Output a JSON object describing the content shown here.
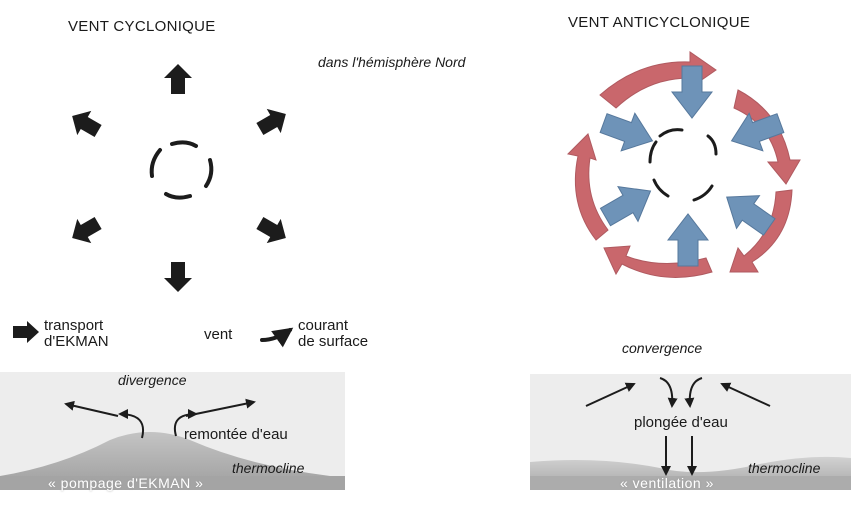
{
  "titles": {
    "cyclonic": "VENT CYCLONIQUE",
    "anticyclonic": "VENT ANTICYCLONIQUE",
    "hemisphere": "dans l'hémisphère Nord"
  },
  "legend": {
    "ekman_line1": "transport",
    "ekman_line2": "d'EKMAN",
    "wind": "vent",
    "current_line1": "courant",
    "current_line2": "de surface"
  },
  "cyclonic_section": {
    "divergence": "divergence",
    "upwelling": "remontée d'eau",
    "thermocline": "thermocline",
    "band": "« pompage d'EKMAN »"
  },
  "anticyclonic_section": {
    "convergence": "convergence",
    "downwelling": "plongée d'eau",
    "thermocline": "thermocline",
    "band": "« ventilation »"
  },
  "colors": {
    "wind_red": "#c9676c",
    "ekman_blue": "#6e93b8",
    "arrow_dark": "#1c1c1c",
    "water_grey": "#b8b8b8"
  }
}
